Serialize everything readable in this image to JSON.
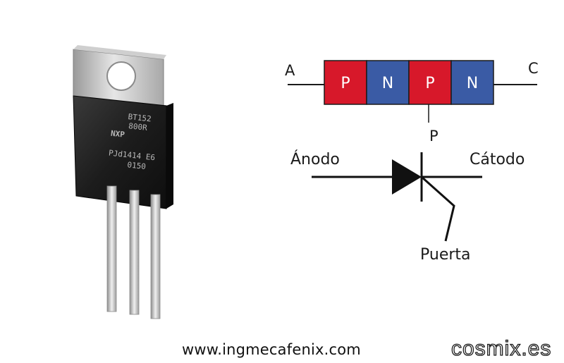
{
  "component": {
    "marking_line1": "BT152",
    "marking_line2": "800R",
    "marking_line3": "PJd1414  E6",
    "marking_line4": "0150",
    "logo": "NXP"
  },
  "layer_diagram": {
    "left_terminal": "A",
    "right_terminal": "C",
    "gate_terminal": "P",
    "layers": [
      {
        "label": "P",
        "color": "#d7182a"
      },
      {
        "label": "N",
        "color": "#3a5ba5"
      },
      {
        "label": "P",
        "color": "#d7182a"
      },
      {
        "label": "N",
        "color": "#3a5ba5"
      }
    ]
  },
  "symbol": {
    "anode_label": "Ánodo",
    "cathode_label": "Cátodo",
    "gate_label": "Puerta"
  },
  "footer": {
    "website": "www.ingmecafenix.com",
    "brand": "cosmix.es"
  }
}
